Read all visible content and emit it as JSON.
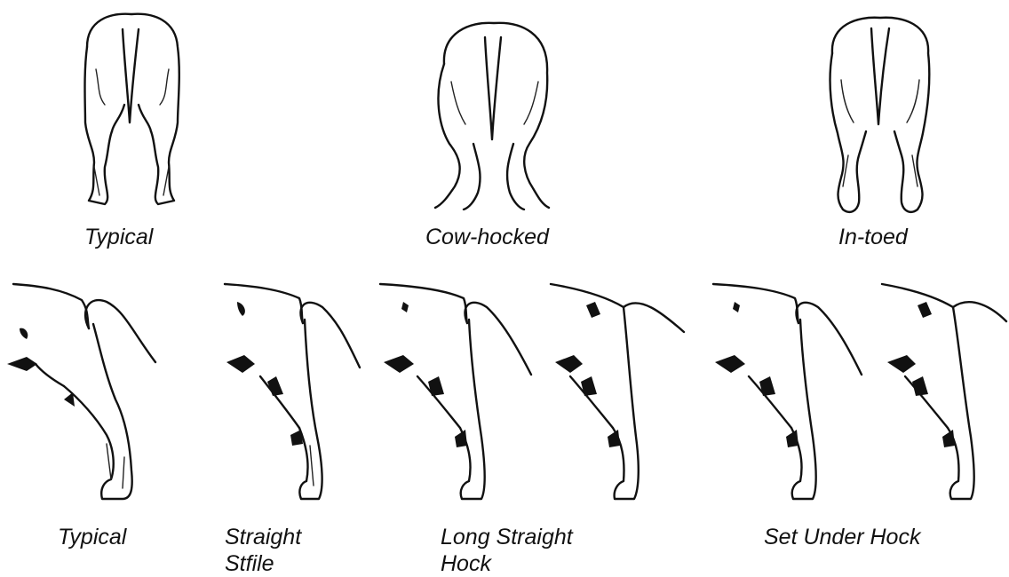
{
  "rear_view": [
    {
      "caption": "Typical"
    },
    {
      "caption": "Cow-hocked"
    },
    {
      "caption": "In-toed"
    }
  ],
  "side_view": [
    {
      "caption": "Typical"
    },
    {
      "caption": "Straight\nStfile"
    },
    {
      "caption": "Long Straight\nHock"
    },
    {
      "caption": "Set Under Hock"
    }
  ]
}
